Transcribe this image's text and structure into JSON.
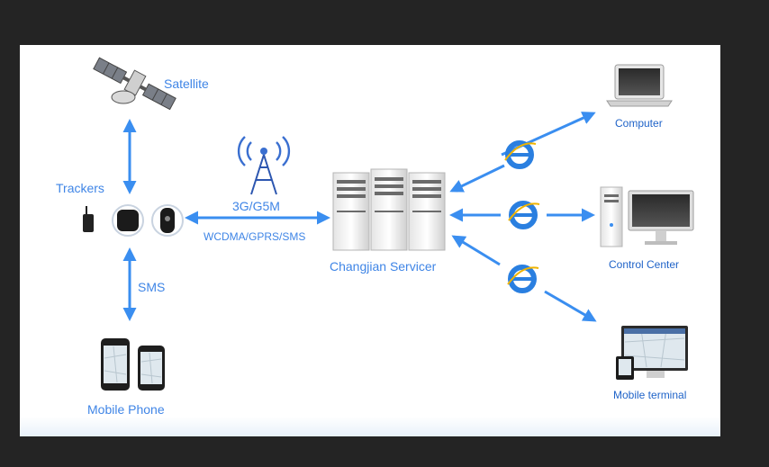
{
  "labels": {
    "satellite": "Satellite",
    "trackers": "Trackers",
    "network": "3G/G5M",
    "protocols": "WCDMA/GPRS/SMS",
    "sms": "SMS",
    "mobile_phone": "Mobile Phone",
    "server": "Changjian Servicer",
    "computer": "Computer",
    "control_center": "Control Center",
    "mobile_terminal": "Mobile terminal"
  },
  "colors": {
    "arrow": "#3a8ef0",
    "label": "#3f85e6",
    "ie_blue": "#2a7fe0",
    "background": "#242424",
    "panel": "#ffffff"
  },
  "icons": [
    "satellite-icon",
    "tower-icon",
    "tracker-icon",
    "server-icon",
    "browser-icon",
    "laptop-icon",
    "desktop-icon",
    "terminal-icon",
    "phone-icon"
  ]
}
